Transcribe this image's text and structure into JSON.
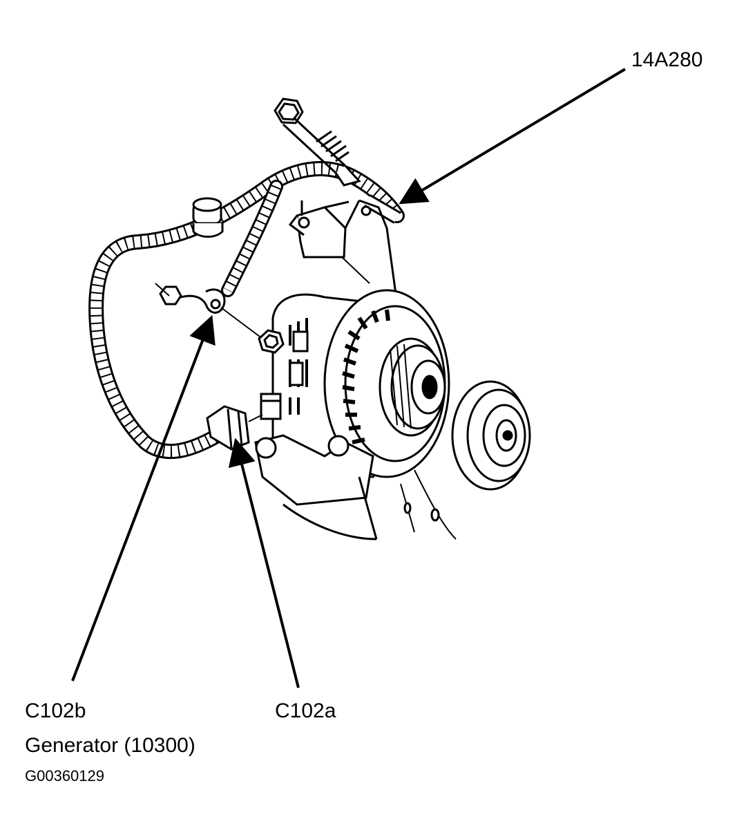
{
  "callouts": {
    "part_14a280": "14A280",
    "c102b": "C102b",
    "c102a": "C102a",
    "generator": "Generator (10300)"
  },
  "figure_id": "G00360129",
  "colors": {
    "ink": "#000000",
    "paper": "#ffffff"
  }
}
